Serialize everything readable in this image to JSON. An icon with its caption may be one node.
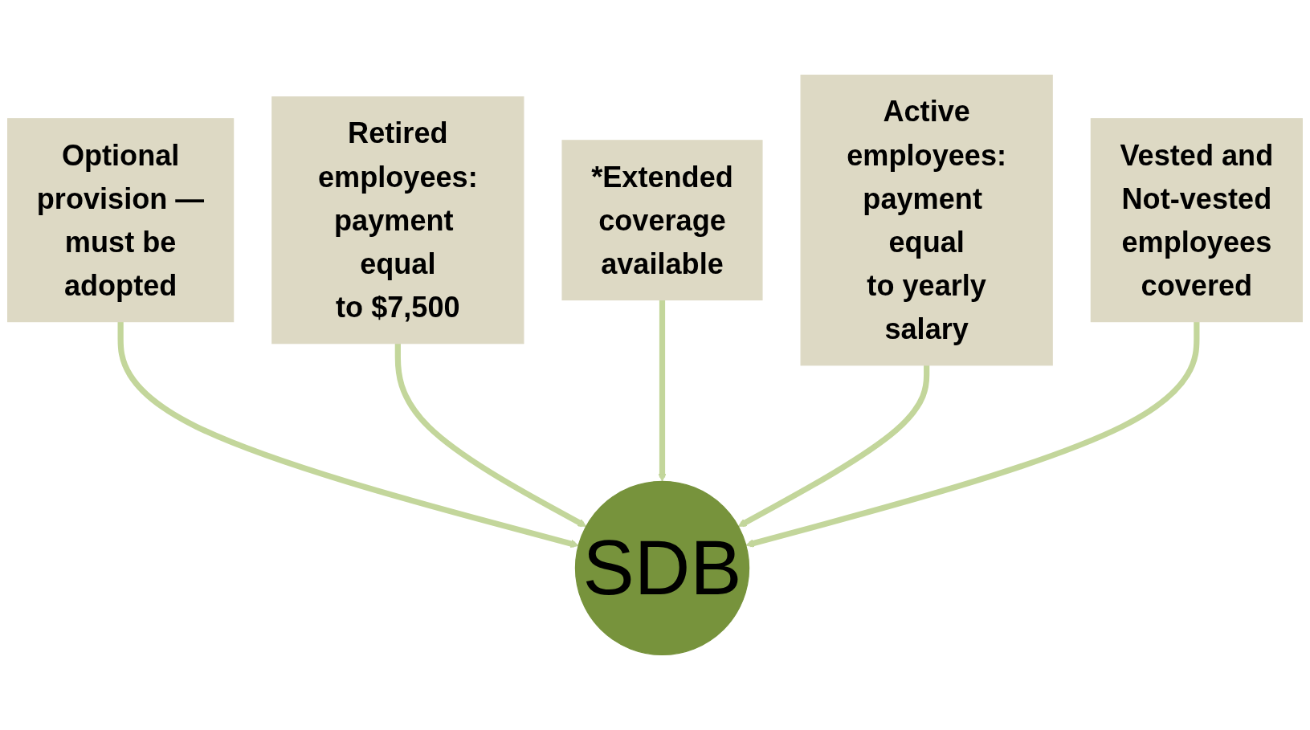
{
  "diagram": {
    "nodes": [
      {
        "text": [
          "Optional provision — must be adopted"
        ]
      },
      {
        "text": [
          "Retired employees: payment equal to $7,500"
        ]
      },
      {
        "text": [
          "*Extended coverage available"
        ]
      },
      {
        "text": [
          "Active employees: payment equal to yearly salary"
        ]
      },
      {
        "text": [
          "SDB"
        ]
      },
      {
        "text": [
          "Vested and Not-vested employees covered"
        ]
      }
    ],
    "edges": [
      {
        "from": 0,
        "to": 4,
        "arrow": "to"
      },
      {
        "from": 1,
        "to": 4,
        "arrow": "to"
      },
      {
        "from": 2,
        "to": 4,
        "arrow": "to"
      },
      {
        "from": 3,
        "to": 4,
        "arrow": "to"
      },
      {
        "from": 5,
        "to": 4,
        "arrow": "to"
      }
    ]
  }
}
